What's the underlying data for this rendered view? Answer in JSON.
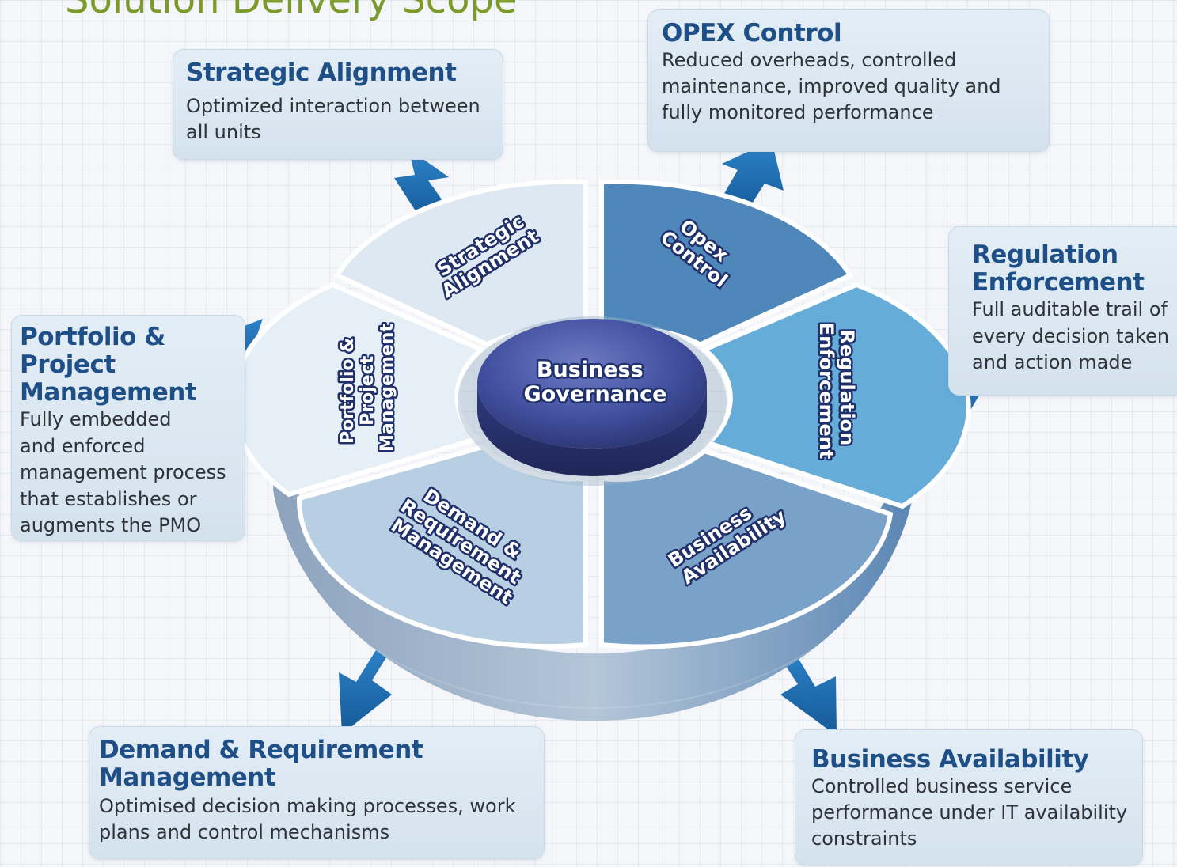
{
  "title": "Solution Delivery Scope",
  "center_label": [
    "Business",
    "Governance"
  ],
  "segments": {
    "strategic": [
      "Strategic",
      "Alignment"
    ],
    "opex": [
      "Opex",
      "Control"
    ],
    "regulation": [
      "Regulation",
      "Enforcement"
    ],
    "business": [
      "Business",
      "Availability"
    ],
    "demand": [
      "Demand &",
      "Requirement",
      "Management"
    ],
    "portfolio": [
      "Portfolio &",
      "Project",
      "Management"
    ]
  },
  "cards": {
    "strategic": {
      "title": [
        "Strategic Alignment"
      ],
      "desc": [
        "Optimized interaction between",
        "all units"
      ]
    },
    "opex": {
      "title": [
        "OPEX Control"
      ],
      "desc": [
        "Reduced overheads, controlled",
        "maintenance, improved quality and",
        "fully monitored performance"
      ]
    },
    "regulation": {
      "title": [
        "Regulation",
        "Enforcement"
      ],
      "desc": [
        "Full auditable trail of",
        "every decision taken",
        "and action made"
      ]
    },
    "portfolio": {
      "title": [
        "Portfolio &",
        "Project",
        "Management"
      ],
      "desc": [
        "Fully embedded",
        "and enforced",
        "management process",
        "that establishes or",
        "augments the PMO"
      ]
    },
    "demand": {
      "title": [
        "Demand & Requirement",
        "Management"
      ],
      "desc": [
        "Optimised decision making processes, work",
        "plans and control mechanisms"
      ]
    },
    "business": {
      "title": [
        "Business Availability"
      ],
      "desc": [
        "Controlled business service",
        "performance under IT availability",
        "constraints"
      ]
    }
  },
  "colors": {
    "title_green": "#7c9a2a",
    "card_title_blue": "#1e4f86",
    "arrow_blue": "#1f6fb5",
    "hub_purple": "#3d4a95"
  }
}
